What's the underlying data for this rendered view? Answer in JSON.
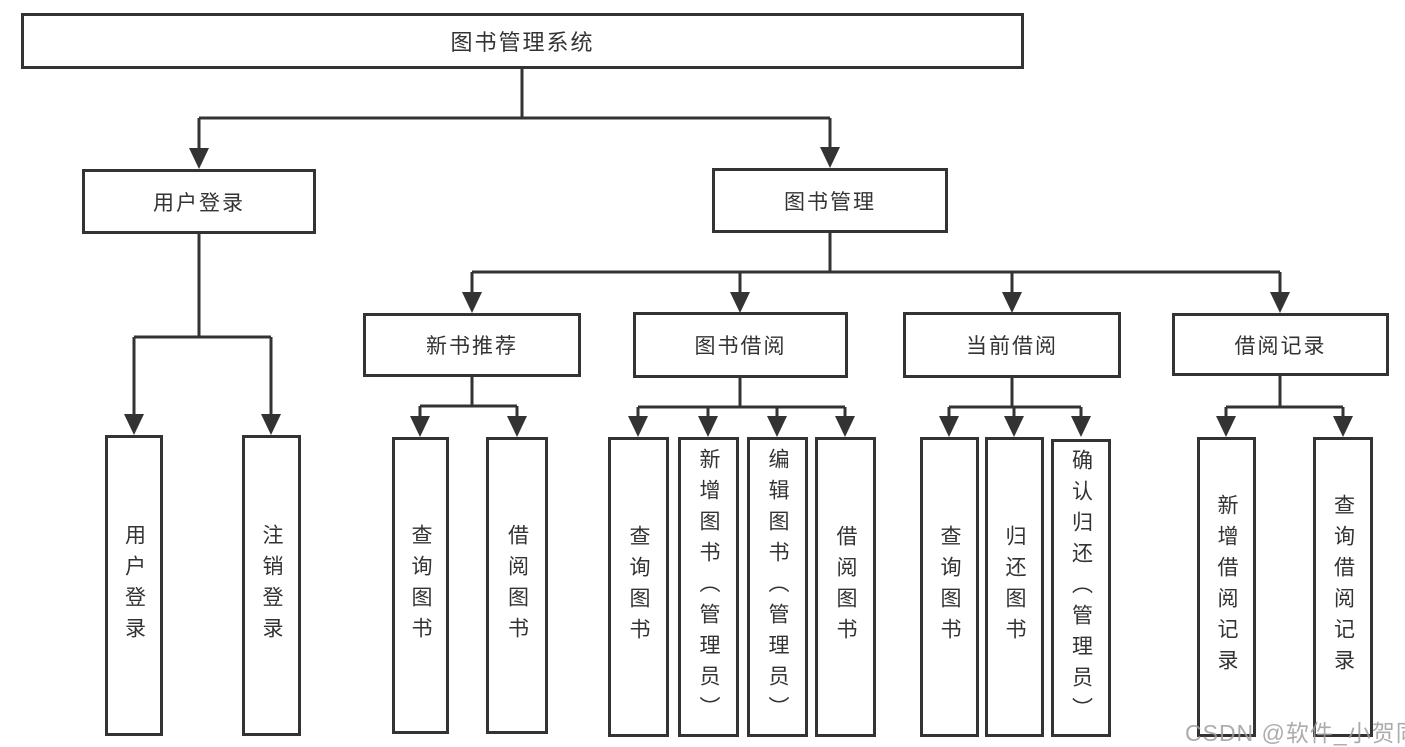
{
  "diagram": {
    "root": {
      "label": "图书管理系统",
      "children": [
        {
          "label": "用户登录",
          "children": [
            {
              "label": "用户登录"
            },
            {
              "label": "注销登录"
            }
          ]
        },
        {
          "label": "图书管理",
          "children": [
            {
              "label": "新书推荐",
              "children": [
                {
                  "label": "查询图书"
                },
                {
                  "label": "借阅图书"
                }
              ]
            },
            {
              "label": "图书借阅",
              "children": [
                {
                  "label": "查询图书"
                },
                {
                  "label": "新增图书（管理员）"
                },
                {
                  "label": "编辑图书（管理员）"
                },
                {
                  "label": "借阅图书"
                }
              ]
            },
            {
              "label": "当前借阅",
              "children": [
                {
                  "label": "查询图书"
                },
                {
                  "label": "归还图书"
                },
                {
                  "label": "确认归还（管理员）"
                }
              ]
            },
            {
              "label": "借阅记录",
              "children": [
                {
                  "label": "新增借阅记录"
                },
                {
                  "label": "查询借阅记录"
                }
              ]
            }
          ]
        }
      ]
    }
  },
  "watermark": {
    "text": "CSDN @软件_小贺同学"
  },
  "colors": {
    "line": "#333333",
    "box_background": "#ffffff",
    "text": "#333333",
    "watermark": "#9e9e9e"
  }
}
